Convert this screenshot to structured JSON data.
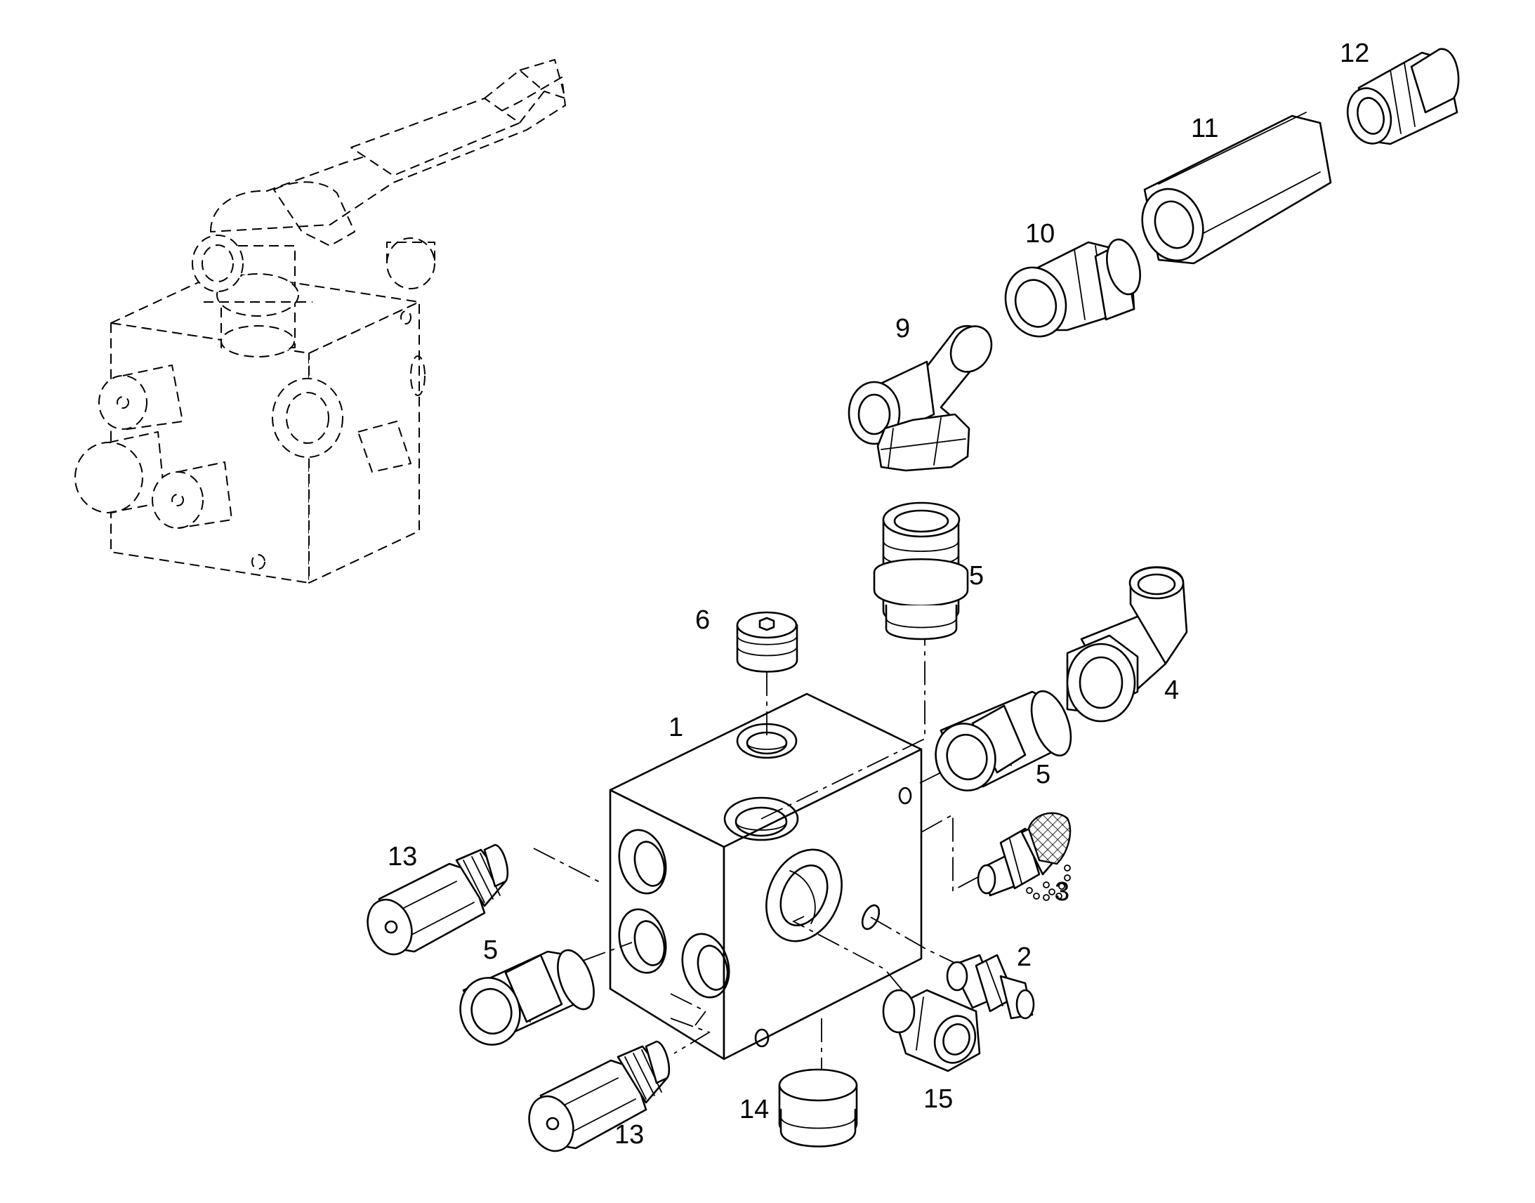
{
  "callouts": [
    {
      "id": "1",
      "label": "1"
    },
    {
      "id": "2",
      "label": "2"
    },
    {
      "id": "3",
      "label": "3"
    },
    {
      "id": "4",
      "label": "4"
    },
    {
      "id": "5",
      "label": "5"
    },
    {
      "id": "6",
      "label": "6"
    },
    {
      "id": "9",
      "label": "9"
    },
    {
      "id": "10",
      "label": "10"
    },
    {
      "id": "11",
      "label": "11"
    },
    {
      "id": "12",
      "label": "12"
    },
    {
      "id": "13",
      "label": "13"
    },
    {
      "id": "14",
      "label": "14"
    },
    {
      "id": "15",
      "label": "15"
    }
  ]
}
